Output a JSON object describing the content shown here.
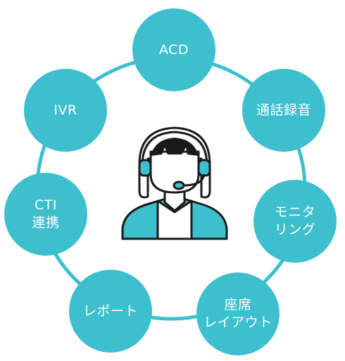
{
  "colors": {
    "accent": "#3DBFCE",
    "line": "#3DBFCE",
    "outline": "#1A1A1A",
    "text": "#FFFFFF"
  },
  "nodes": {
    "acd": {
      "line1": "ACD"
    },
    "rec": {
      "line1": "通話録音"
    },
    "mon": {
      "line1": "モニタ",
      "line2": "リング"
    },
    "seat": {
      "line1": "座席",
      "line2": "レイアウト"
    },
    "report": {
      "line1": "レポート"
    },
    "cti": {
      "line1": "CTI",
      "line2": "連携"
    },
    "ivr": {
      "line1": "IVR"
    }
  },
  "center": {
    "icon": "operator-with-headset-icon"
  }
}
